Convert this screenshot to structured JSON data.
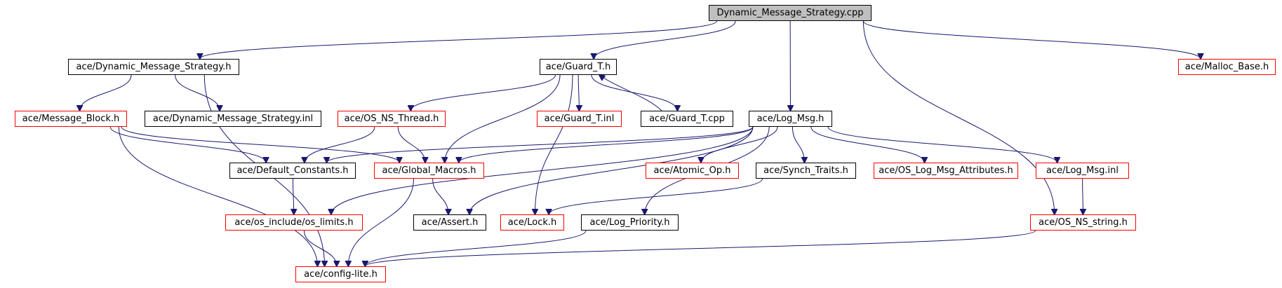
{
  "colors": {
    "edge": "#191970",
    "root_fill": "#bfbfbf",
    "external_border": "#ff0000",
    "local_border": "#000000"
  },
  "nodes": [
    {
      "id": "dms_cpp",
      "label": "Dynamic_Message_Strategy.cpp",
      "style": "root"
    },
    {
      "id": "dms_h",
      "label": "ace/Dynamic_Message_Strategy.h",
      "style": "black"
    },
    {
      "id": "guard_h",
      "label": "ace/Guard_T.h",
      "style": "black"
    },
    {
      "id": "malloc_base",
      "label": "ace/Malloc_Base.h",
      "style": "red"
    },
    {
      "id": "message_block",
      "label": "ace/Message_Block.h",
      "style": "red"
    },
    {
      "id": "dms_inl",
      "label": "ace/Dynamic_Message_Strategy.inl",
      "style": "black"
    },
    {
      "id": "os_ns_thread",
      "label": "ace/OS_NS_Thread.h",
      "style": "red"
    },
    {
      "id": "guard_inl",
      "label": "ace/Guard_T.inl",
      "style": "red"
    },
    {
      "id": "guard_cpp",
      "label": "ace/Guard_T.cpp",
      "style": "black"
    },
    {
      "id": "log_msg",
      "label": "ace/Log_Msg.h",
      "style": "black"
    },
    {
      "id": "default_constants",
      "label": "ace/Default_Constants.h",
      "style": "black"
    },
    {
      "id": "global_macros",
      "label": "ace/Global_Macros.h",
      "style": "red"
    },
    {
      "id": "atomic_op",
      "label": "ace/Atomic_Op.h",
      "style": "red"
    },
    {
      "id": "synch_traits",
      "label": "ace/Synch_Traits.h",
      "style": "black"
    },
    {
      "id": "os_log_msg_attr",
      "label": "ace/OS_Log_Msg_Attributes.h",
      "style": "red"
    },
    {
      "id": "log_msg_inl",
      "label": "ace/Log_Msg.inl",
      "style": "red"
    },
    {
      "id": "os_limits",
      "label": "ace/os_include/os_limits.h",
      "style": "red"
    },
    {
      "id": "assert_h",
      "label": "ace/Assert.h",
      "style": "black"
    },
    {
      "id": "lock_h",
      "label": "ace/Lock.h",
      "style": "red"
    },
    {
      "id": "log_priority",
      "label": "ace/Log_Priority.h",
      "style": "black"
    },
    {
      "id": "os_ns_string",
      "label": "ace/OS_NS_string.h",
      "style": "red"
    },
    {
      "id": "config_lite",
      "label": "ace/config-lite.h",
      "style": "red"
    }
  ],
  "edges": [
    [
      "dms_cpp",
      "dms_h"
    ],
    [
      "dms_cpp",
      "guard_h"
    ],
    [
      "dms_cpp",
      "log_msg"
    ],
    [
      "dms_cpp",
      "malloc_base"
    ],
    [
      "dms_cpp",
      "os_ns_string"
    ],
    [
      "dms_h",
      "message_block"
    ],
    [
      "dms_h",
      "dms_inl"
    ],
    [
      "dms_h",
      "config_lite"
    ],
    [
      "guard_h",
      "os_ns_thread"
    ],
    [
      "guard_h",
      "global_macros"
    ],
    [
      "guard_h",
      "lock_h"
    ],
    [
      "guard_h",
      "guard_inl"
    ],
    [
      "guard_h",
      "guard_cpp"
    ],
    [
      "guard_cpp",
      "guard_h"
    ],
    [
      "message_block",
      "default_constants"
    ],
    [
      "message_block",
      "global_macros"
    ],
    [
      "message_block",
      "config_lite"
    ],
    [
      "os_ns_thread",
      "default_constants"
    ],
    [
      "os_ns_thread",
      "global_macros"
    ],
    [
      "log_msg",
      "default_constants"
    ],
    [
      "log_msg",
      "global_macros"
    ],
    [
      "log_msg",
      "atomic_op"
    ],
    [
      "log_msg",
      "synch_traits"
    ],
    [
      "log_msg",
      "os_log_msg_attr"
    ],
    [
      "log_msg",
      "log_msg_inl"
    ],
    [
      "log_msg",
      "os_limits"
    ],
    [
      "log_msg",
      "assert_h"
    ],
    [
      "log_msg",
      "log_priority"
    ],
    [
      "default_constants",
      "os_limits"
    ],
    [
      "global_macros",
      "assert_h"
    ],
    [
      "global_macros",
      "config_lite"
    ],
    [
      "synch_traits",
      "lock_h"
    ],
    [
      "log_msg_inl",
      "os_ns_string"
    ],
    [
      "os_limits",
      "config_lite"
    ],
    [
      "log_priority",
      "config_lite"
    ],
    [
      "os_ns_string",
      "config_lite"
    ]
  ]
}
